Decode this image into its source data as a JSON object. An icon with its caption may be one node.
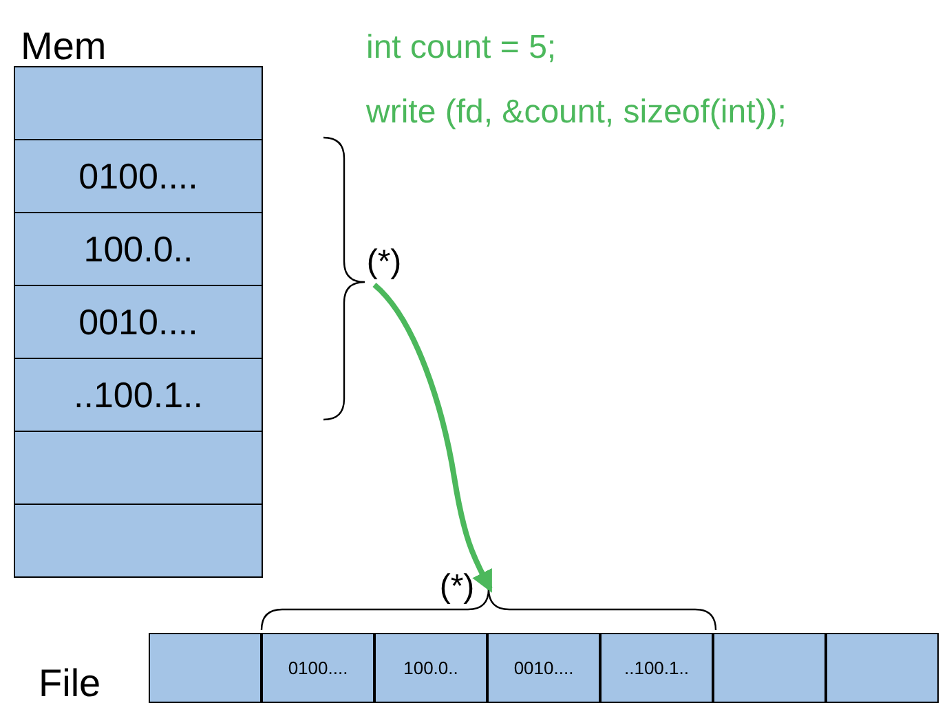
{
  "diagram": {
    "nodes": [
      {
        "text": [
          "Mem"
        ]
      },
      {
        "text": [],
        "shape": "box",
        "in": 0
      },
      {
        "text": [
          "0100...."
        ],
        "in": 0
      },
      {
        "text": [
          "100.0.."
        ],
        "in": 0
      },
      {
        "text": [
          "0010...."
        ],
        "in": 0
      },
      {
        "text": [
          "..100.1.."
        ],
        "in": 0
      },
      {
        "text": [],
        "shape": "box",
        "in": 0
      },
      {
        "text": [],
        "shape": "box",
        "in": 0
      },
      {
        "text": [
          "(*)"
        ]
      },
      {
        "text": [
          "(*)"
        ]
      },
      {
        "text": [
          "File"
        ]
      },
      {
        "text": [],
        "shape": "box",
        "in": 10
      },
      {
        "text": [
          "0100...."
        ],
        "in": 10
      },
      {
        "text": [
          "100.0.."
        ],
        "in": 10
      },
      {
        "text": [
          "0010...."
        ],
        "in": 10
      },
      {
        "text": [
          "..100.1.."
        ],
        "in": 10
      },
      {
        "text": [],
        "shape": "box",
        "in": 10
      },
      {
        "text": [],
        "shape": "box",
        "in": 10
      }
    ],
    "edges": [
      {
        "from": 8,
        "to": 9,
        "arrow": "to",
        "color": "#4cb85c"
      }
    ],
    "labels": [
      "int count = 5;",
      "write (fd, &count, sizeof(int));"
    ]
  }
}
